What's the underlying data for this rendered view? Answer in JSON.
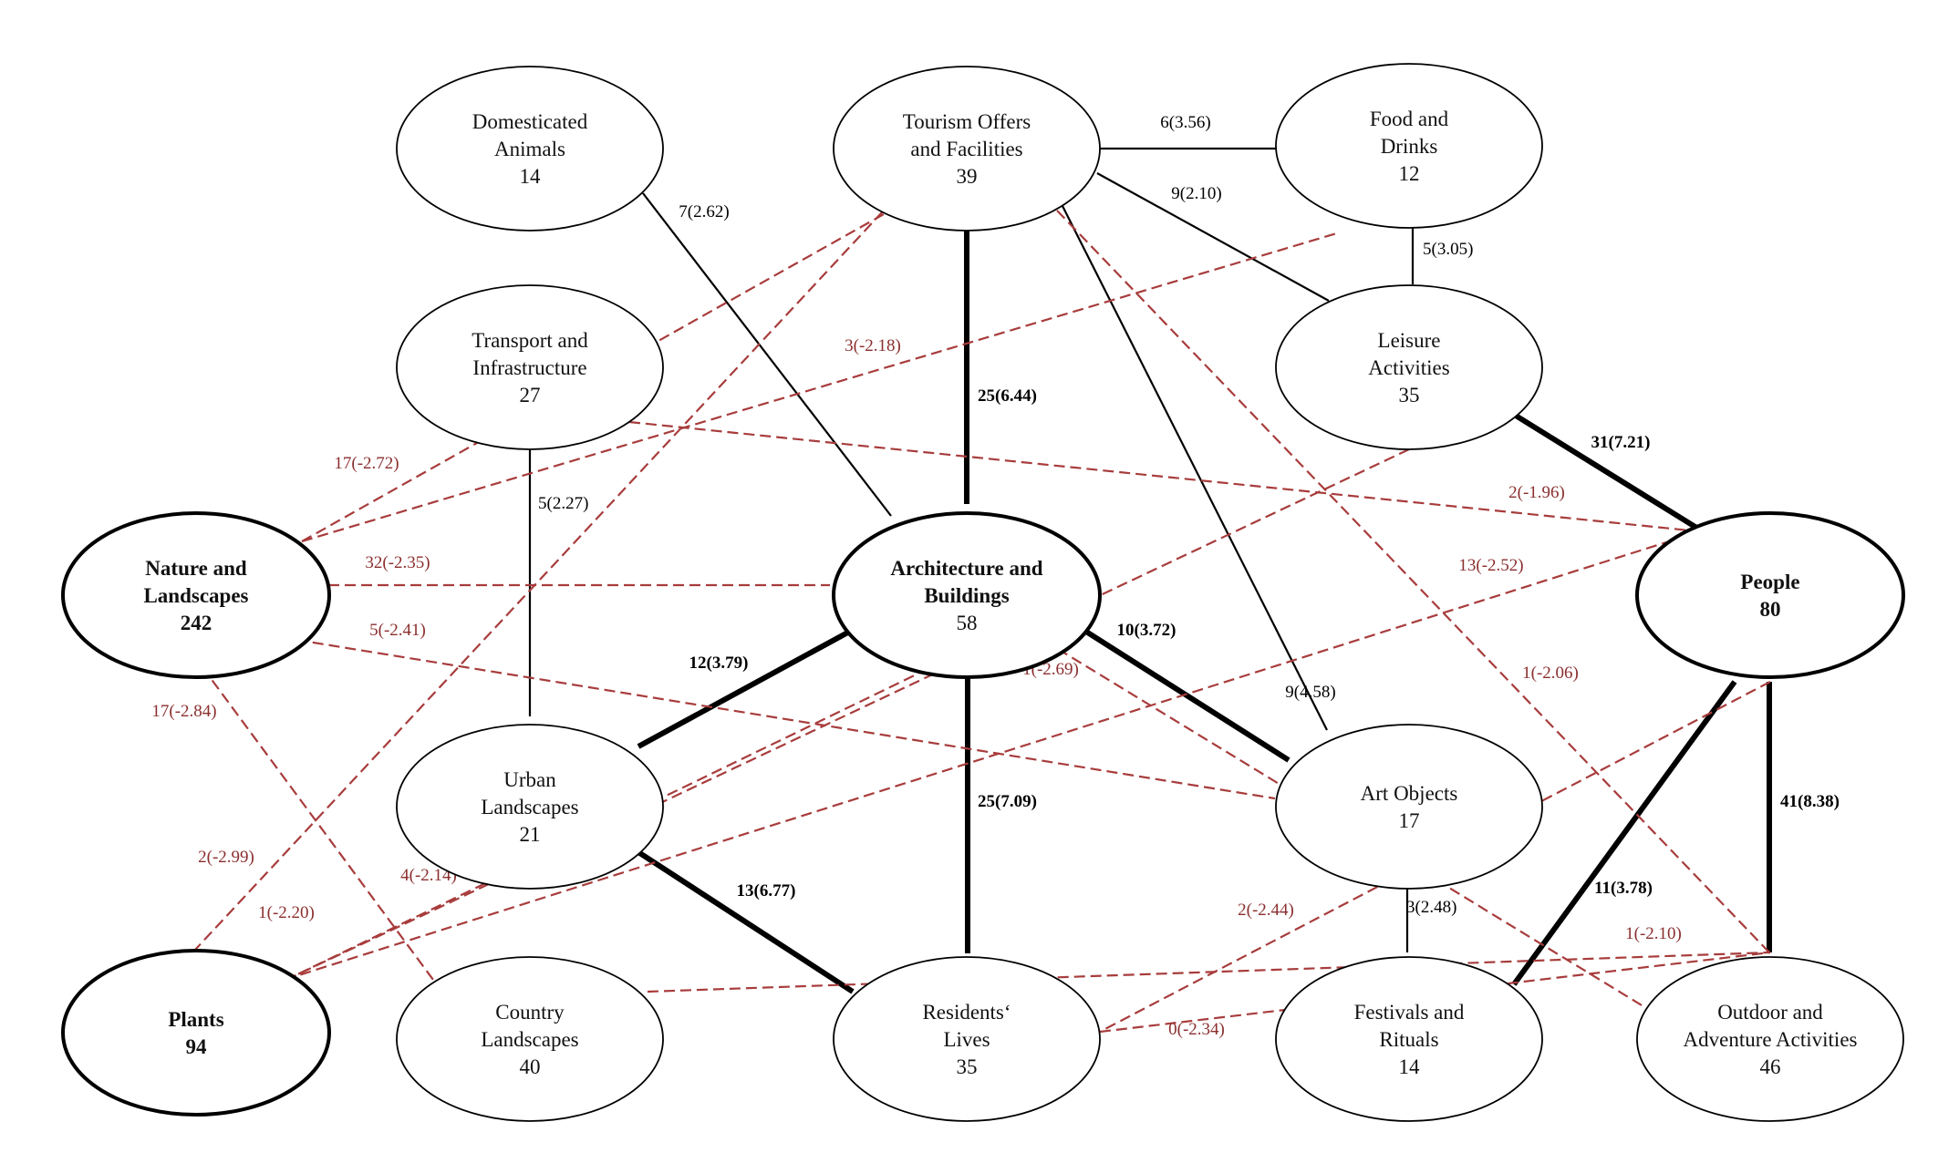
{
  "colors": {
    "positive": "#000000",
    "negative": "#a83c3c",
    "negative_label": "#8b2e2e",
    "highlight_text": "#5a5a5a"
  },
  "nodes": [
    {
      "id": "domesticated",
      "lines": [
        "Domesticated",
        "Animals",
        "14"
      ],
      "style": "normal"
    },
    {
      "id": "tourism",
      "lines": [
        "Tourism Offers",
        "and Facilities",
        "39"
      ],
      "style": "normal"
    },
    {
      "id": "food",
      "lines": [
        "Food and",
        "Drinks",
        "12"
      ],
      "style": "normal"
    },
    {
      "id": "transport",
      "lines": [
        "Transport and",
        "Infrastructure",
        "27"
      ],
      "style": "normal"
    },
    {
      "id": "leisure",
      "lines": [
        "Leisure",
        "Activities",
        "35"
      ],
      "style": "normal"
    },
    {
      "id": "nature",
      "lines": [
        "Nature and",
        "Landscapes",
        "242"
      ],
      "style": "bold"
    },
    {
      "id": "architecture",
      "lines": [
        "Architecture and",
        "Buildings",
        "58"
      ],
      "style": "highlight"
    },
    {
      "id": "people",
      "lines": [
        "People",
        "80"
      ],
      "style": "bold"
    },
    {
      "id": "urban",
      "lines": [
        "Urban",
        "Landscapes",
        "21"
      ],
      "style": "normal"
    },
    {
      "id": "art",
      "lines": [
        "Art Objects",
        "17"
      ],
      "style": "normal"
    },
    {
      "id": "plants",
      "lines": [
        "Plants",
        "94"
      ],
      "style": "bold"
    },
    {
      "id": "country",
      "lines": [
        "Country",
        "Landscapes",
        "40"
      ],
      "style": "normal"
    },
    {
      "id": "residents",
      "lines": [
        "Residents‘",
        "Lives",
        "35"
      ],
      "style": "normal"
    },
    {
      "id": "festivals",
      "lines": [
        "Festivals and",
        "Rituals",
        "14"
      ],
      "style": "normal"
    },
    {
      "id": "outdoor",
      "lines": [
        "Outdoor and",
        "Adventure Activities",
        "46"
      ],
      "style": "normal"
    }
  ],
  "edges": [
    {
      "from": "tourism",
      "to": "food",
      "label": "6(3.56)",
      "type": "positive",
      "weight": "normal"
    },
    {
      "from": "tourism",
      "to": "leisure",
      "label": "9(2.10)",
      "type": "positive",
      "weight": "normal"
    },
    {
      "from": "food",
      "to": "leisure",
      "label": "5(3.05)",
      "type": "positive",
      "weight": "normal"
    },
    {
      "from": "domesticated",
      "to": "architecture",
      "label": "7(2.62)",
      "type": "positive",
      "weight": "normal"
    },
    {
      "from": "tourism",
      "to": "architecture",
      "label": "25(6.44)",
      "type": "positive",
      "weight": "strong"
    },
    {
      "from": "tourism",
      "to": "art",
      "label": "9(4.58)",
      "type": "positive",
      "weight": "normal"
    },
    {
      "from": "transport",
      "to": "urban",
      "label": "5(2.27)",
      "type": "positive",
      "weight": "normal"
    },
    {
      "from": "leisure",
      "to": "people",
      "label": "31(7.21)",
      "type": "positive",
      "weight": "strong"
    },
    {
      "from": "architecture",
      "to": "urban",
      "label": "12(3.79)",
      "type": "positive",
      "weight": "strong"
    },
    {
      "from": "architecture",
      "to": "art",
      "label": "10(3.72)",
      "type": "positive",
      "weight": "strong"
    },
    {
      "from": "architecture",
      "to": "residents",
      "label": "25(7.09)",
      "type": "positive",
      "weight": "strong"
    },
    {
      "from": "urban",
      "to": "residents",
      "label": "13(6.77)",
      "type": "positive",
      "weight": "strong"
    },
    {
      "from": "art",
      "to": "festivals",
      "label": "3(2.48)",
      "type": "positive",
      "weight": "normal"
    },
    {
      "from": "people",
      "to": "festivals",
      "label": "11(3.78)",
      "type": "positive",
      "weight": "strong"
    },
    {
      "from": "people",
      "to": "outdoor",
      "label": "41(8.38)",
      "type": "positive",
      "weight": "strong"
    },
    {
      "from": "nature",
      "to": "tourism",
      "label": "17(-2.72)",
      "type": "negative",
      "weight": "normal"
    },
    {
      "from": "nature",
      "to": "food",
      "label": "3(-2.18)",
      "type": "negative",
      "weight": "normal"
    },
    {
      "from": "nature",
      "to": "architecture",
      "label": "32(-2.35)",
      "type": "negative",
      "weight": "normal"
    },
    {
      "from": "nature",
      "to": "art",
      "label": "5(-2.41)",
      "type": "negative",
      "weight": "normal"
    },
    {
      "from": "nature",
      "to": "country",
      "label": "17(-2.84)",
      "type": "negative",
      "weight": "normal"
    },
    {
      "from": "transport",
      "to": "people",
      "label": "2(-1.96)",
      "type": "negative",
      "weight": "normal"
    },
    {
      "from": "tourism",
      "to": "plants",
      "label": "2(-2.99)",
      "type": "negative",
      "weight": "normal"
    },
    {
      "from": "tourism",
      "to": "outdoor",
      "label": "1(-2.06)",
      "type": "negative",
      "weight": "normal"
    },
    {
      "from": "leisure",
      "to": "plants",
      "label": "4(-2.14)",
      "type": "negative",
      "weight": "normal"
    },
    {
      "from": "architecture",
      "to": "plants",
      "label": "1(-2.20)",
      "type": "negative",
      "weight": "normal"
    },
    {
      "from": "architecture",
      "to": "outdoor",
      "label": "1(-2.69)",
      "type": "negative",
      "weight": "normal"
    },
    {
      "from": "people",
      "to": "plants",
      "label": "13(-2.52)",
      "type": "negative",
      "weight": "normal"
    },
    {
      "from": "people",
      "to": "residents",
      "label": "2(-2.44)",
      "type": "negative",
      "weight": "normal"
    },
    {
      "from": "country",
      "to": "outdoor",
      "label": "1(-2.10)",
      "type": "negative",
      "weight": "normal"
    },
    {
      "from": "residents",
      "to": "outdoor",
      "label": "0(-2.34)",
      "type": "negative",
      "weight": "normal"
    }
  ]
}
